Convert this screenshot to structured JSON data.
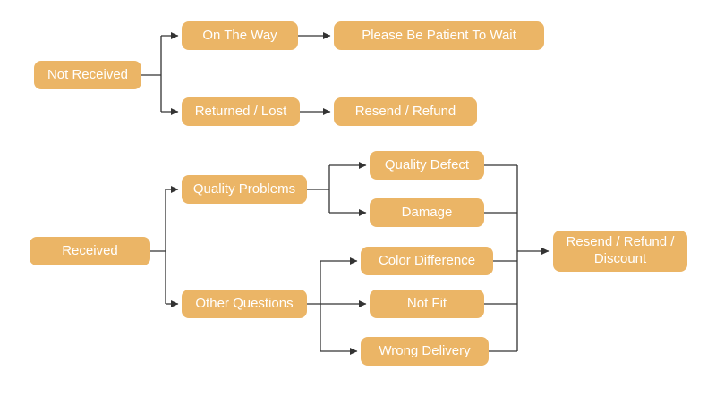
{
  "colors": {
    "node_fill": "#EBB566",
    "node_text": "#FFFFFF",
    "line": "#333333",
    "background": "#FFFFFF"
  },
  "nodes": {
    "not_received": "Not Received",
    "on_the_way": "On The Way",
    "please_be_patient": "Please Be Patient To Wait",
    "returned_lost": "Returned / Lost",
    "resend_refund": "Resend / Refund",
    "received": "Received",
    "quality_problems": "Quality Problems",
    "quality_defect": "Quality Defect",
    "damage": "Damage",
    "other_questions": "Other Questions",
    "color_difference": "Color Difference",
    "not_fit": "Not Fit",
    "wrong_delivery": "Wrong Delivery",
    "resend_refund_discount": "Resend / Refund / Discount"
  },
  "edges": [
    {
      "from": "not_received",
      "to": "on_the_way"
    },
    {
      "from": "not_received",
      "to": "returned_lost"
    },
    {
      "from": "on_the_way",
      "to": "please_be_patient"
    },
    {
      "from": "returned_lost",
      "to": "resend_refund"
    },
    {
      "from": "received",
      "to": "quality_problems"
    },
    {
      "from": "received",
      "to": "other_questions"
    },
    {
      "from": "quality_problems",
      "to": "quality_defect"
    },
    {
      "from": "quality_problems",
      "to": "damage"
    },
    {
      "from": "other_questions",
      "to": "color_difference"
    },
    {
      "from": "other_questions",
      "to": "not_fit"
    },
    {
      "from": "other_questions",
      "to": "wrong_delivery"
    },
    {
      "from": "quality_defect",
      "to": "resend_refund_discount"
    },
    {
      "from": "damage",
      "to": "resend_refund_discount"
    },
    {
      "from": "color_difference",
      "to": "resend_refund_discount"
    },
    {
      "from": "not_fit",
      "to": "resend_refund_discount"
    },
    {
      "from": "wrong_delivery",
      "to": "resend_refund_discount"
    }
  ]
}
